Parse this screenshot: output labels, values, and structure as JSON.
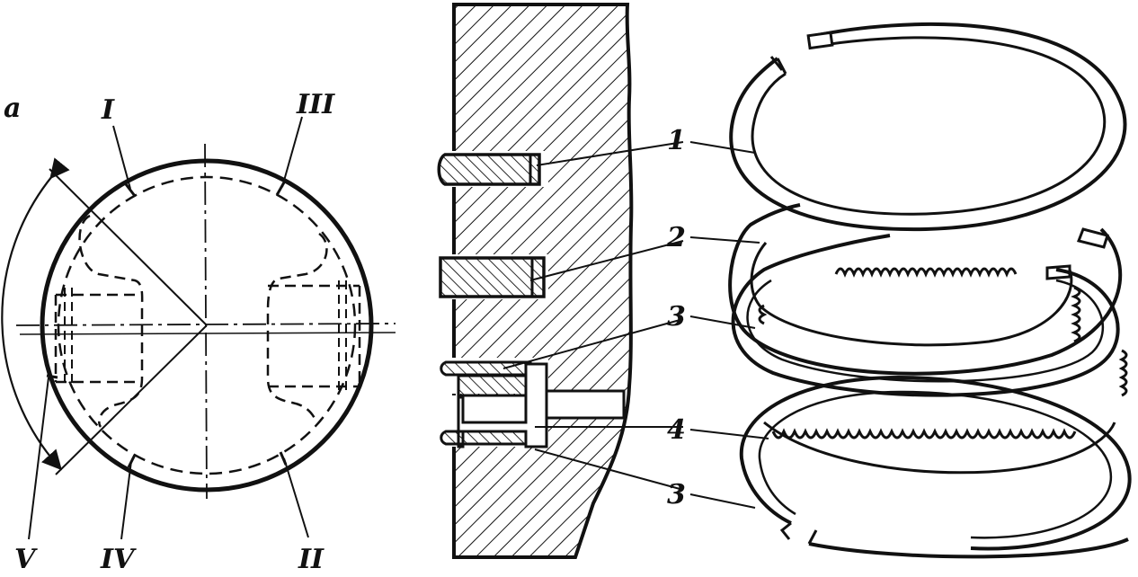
{
  "colors": {
    "ink": "#111111",
    "paper": "#ffffff"
  },
  "piston_top_view": {
    "angle_label": "a",
    "gap_labels": {
      "I": "I",
      "II": "II",
      "III": "III",
      "IV": "IV",
      "V": "V"
    }
  },
  "section_view": {
    "callouts": {
      "c1": "1",
      "c2": "2",
      "c3a": "3",
      "c4": "4",
      "c3b": "3"
    }
  }
}
